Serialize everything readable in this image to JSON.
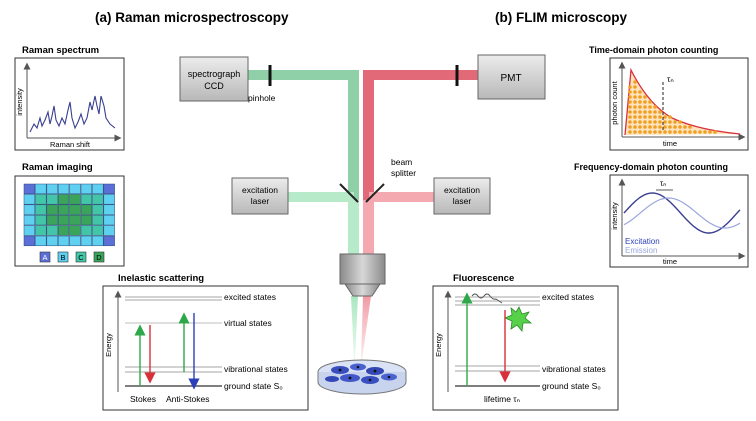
{
  "panel_titles": {
    "raman": "(a) Raman microspectroscopy",
    "flim": "(b) FLIM microscopy"
  },
  "raman_spectrum": {
    "title": "Raman spectrum",
    "ylabel": "intensity",
    "xlabel": "Raman shift"
  },
  "raman_imaging": {
    "title": "Raman imaging",
    "legend": [
      "A",
      "B",
      "C",
      "D"
    ],
    "colors": {
      "A": "#5b6fd6",
      "B": "#5fd0f0",
      "C": "#43c6a8",
      "D": "#3aa45a"
    }
  },
  "optics": {
    "spectrograph": [
      "spectrograph",
      "CCD"
    ],
    "pinhole": "pinhole",
    "pmt": "PMT",
    "beam_splitter": [
      "beam",
      "splitter"
    ],
    "excitation_laser": [
      "excitation",
      "laser"
    ]
  },
  "inelastic": {
    "title": "Inelastic scattering",
    "energy_label": "Energy",
    "levels": [
      "excited states",
      "virtual states",
      "vibrational states",
      "ground state S₀"
    ],
    "bottom_labels": [
      "Stokes",
      "Anti-Stokes"
    ]
  },
  "fluorescence": {
    "title": "Fluorescence",
    "energy_label": "Energy",
    "levels": [
      "excited states",
      "vibrational states",
      "ground state S₀"
    ],
    "lifetime": "lifetime τₙ"
  },
  "time_domain": {
    "title": "Time-domain photon counting",
    "ylabel": "photon count",
    "xlabel": "time",
    "tau": "τₙ"
  },
  "freq_domain": {
    "title": "Frequency-domain photon counting",
    "ylabel": "intensity",
    "xlabel": "time",
    "tau": "τₙ",
    "legend": [
      "Excitation",
      "Emission"
    ]
  },
  "colors": {
    "green_beam": "#8fd0a8",
    "red_beam": "#e26a78",
    "excitation_arrow": "#2ea84a",
    "emission_arrow": "#d9303a",
    "anti_stokes_arrow": "#2b3fb8",
    "orange_dots": "#f0a020"
  }
}
